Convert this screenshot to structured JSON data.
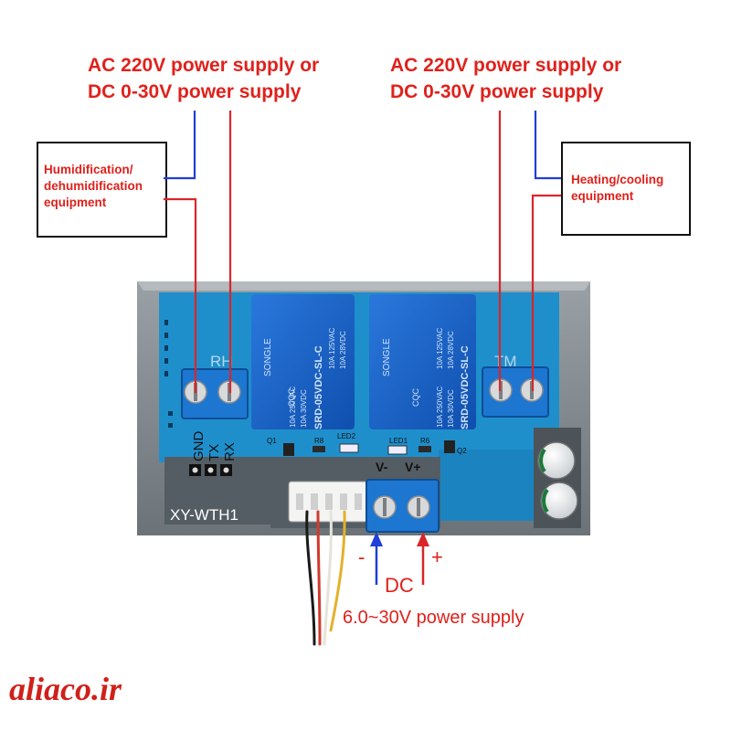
{
  "left": {
    "power_line1": "AC 220V power supply or",
    "power_line2": "DC 0-30V power supply",
    "equipment_line1": "Humidification/",
    "equipment_line2": "dehumidification",
    "equipment_line3": "equipment"
  },
  "right": {
    "power_line1": "AC 220V power supply or",
    "power_line2": "DC 0-30V power supply",
    "equipment_line1": "Heating/cooling",
    "equipment_line2": "equipment"
  },
  "board": {
    "model": "XY-WTH1",
    "rh_label": "RH",
    "tm_label": "TM",
    "uart_pins": [
      "GND",
      "TX",
      "RX"
    ],
    "dc_terminal_labels": [
      "V-",
      "V+"
    ],
    "components": [
      "Q1",
      "R8",
      "LED2",
      "LED1",
      "R6",
      "Q2"
    ],
    "relay_brand": "SONGLE",
    "relay_model": "SRD-05VDC-SL-C",
    "relay_ratings": [
      "10A 250VAC",
      "10A 125VAC",
      "10A 30VDC",
      "10A 28VDC"
    ],
    "relay_cert": "CQC"
  },
  "dc_input": {
    "minus": "-",
    "plus": "+",
    "label": "DC",
    "range": "6.0~30V power supply"
  },
  "watermark": "aliaco.ir",
  "colors": {
    "label_red": "#e0211b",
    "wire_red": "#d9262a",
    "wire_blue": "#1f3fd6",
    "pcb_blue": "#1f8fcc",
    "relay_blue": "#1560c8",
    "case_gray": "#7d8489"
  }
}
